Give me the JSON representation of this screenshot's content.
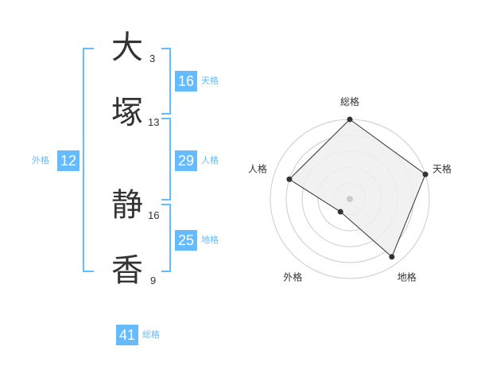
{
  "name": {
    "chars": [
      {
        "char": "大",
        "strokes": "3"
      },
      {
        "char": "塚",
        "strokes": "13"
      },
      {
        "char": "静",
        "strokes": "16"
      },
      {
        "char": "香",
        "strokes": "9"
      }
    ]
  },
  "fortune": {
    "ten": {
      "value": "16",
      "label": "天格"
    },
    "jin": {
      "value": "29",
      "label": "人格"
    },
    "chi": {
      "value": "25",
      "label": "地格"
    },
    "gai": {
      "value": "12",
      "label": "外格"
    },
    "sou": {
      "value": "41",
      "label": "総格"
    }
  },
  "chart_data": {
    "type": "radar",
    "axes": [
      "総格",
      "天格",
      "地格",
      "外格",
      "人格"
    ],
    "values": [
      1.0,
      1.0,
      0.9,
      0.2,
      0.8
    ],
    "rings": 5,
    "colors": {
      "accent": "#66bbff",
      "fill": "#eeeeee",
      "line": "#333333",
      "grid": "#cccccc"
    }
  }
}
